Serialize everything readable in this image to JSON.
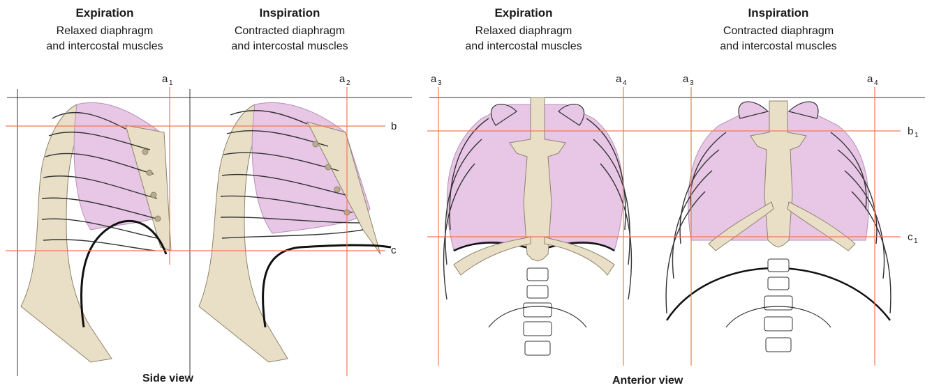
{
  "panels": [
    {
      "title": "Expiration",
      "line1": "Relaxed diaphragm",
      "line2": "and intercostal muscles"
    },
    {
      "title": "Inspiration",
      "line1": "Contracted diaphragm",
      "line2": "and intercostal muscles"
    },
    {
      "title": "Expiration",
      "line1": "Relaxed diaphragm",
      "line2": "and intercostal muscles"
    },
    {
      "title": "Inspiration",
      "line1": "Contracted diaphragm",
      "line2": "and intercostal muscles"
    }
  ],
  "captions": {
    "side": "Side view",
    "anterior": "Anterior view"
  },
  "reference_lines": {
    "side": {
      "a1": "a",
      "a1_sub": "1",
      "a2": "a",
      "a2_sub": "2",
      "b": "b",
      "c": "c"
    },
    "anterior": {
      "a3": "a",
      "a3_sub": "3",
      "a4": "a",
      "a4_sub": "4",
      "a3b": "a",
      "a3b_sub": "3",
      "a4b": "a",
      "a4b_sub": "4",
      "b1": "b",
      "b1_sub": "1",
      "c1": "c",
      "c1_sub": "1"
    }
  },
  "colors": {
    "lung": "#e7c6e6",
    "lung_edge": "#b790b6",
    "bone": "#e9dfc7",
    "ref_line": "#f07a55",
    "frame": "#333333"
  }
}
